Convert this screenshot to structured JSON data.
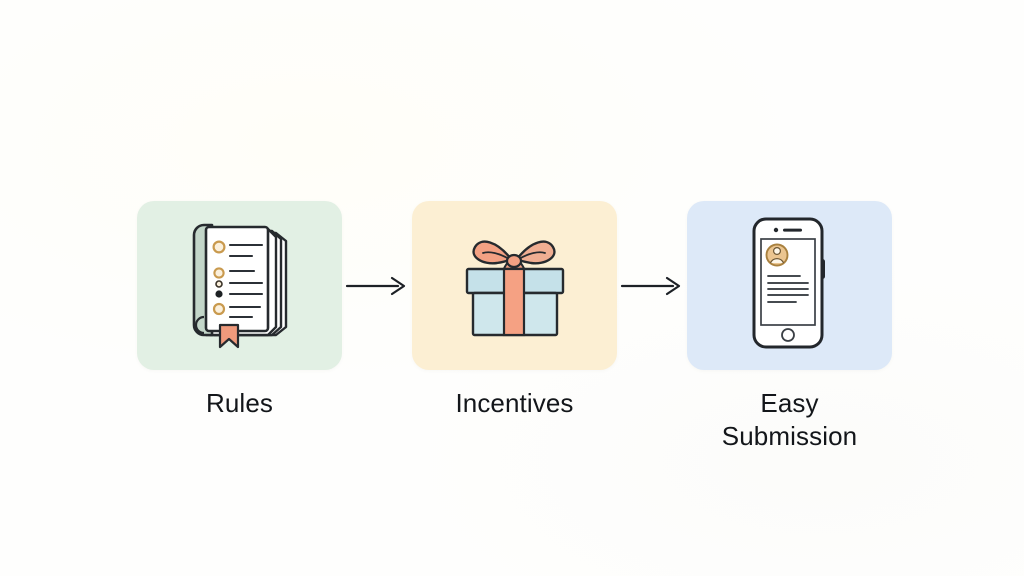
{
  "diagram": {
    "type": "horizontal-process-flow",
    "background_color": "#fefefd",
    "steps": [
      {
        "id": "rules",
        "label": "Rules",
        "icon": "notebook-rules-icon",
        "card_color": "#e2f0e4",
        "icon_colors": {
          "cover": "#c3d6c9",
          "page": "#ffffff",
          "outline": "#262a2e",
          "bullet_ring": "#c99a4e",
          "bullet_fill": "#fbf0dc",
          "bullet_solid": "#1d2124",
          "bookmark": "#ef9a7c",
          "text_line": "#2b3036"
        }
      },
      {
        "id": "incentives",
        "label": "Incentives",
        "icon": "gift-box-icon",
        "card_color": "#fcefd3",
        "icon_colors": {
          "box": "#cfe6ec",
          "box_shade": "#bfdde6",
          "lid": "#bfdfe8",
          "ribbon": "#f5a183",
          "ribbon_shade": "#efb79e",
          "outline": "#262a2e"
        }
      },
      {
        "id": "easy-submission",
        "label": "Easy Submission",
        "label_lines": [
          "Easy",
          "Submission"
        ],
        "icon": "mobile-submission-icon",
        "card_color": "#dde9f8",
        "icon_colors": {
          "body": "#ffffff",
          "outline": "#23272c",
          "screen": "#ffffff",
          "avatar": "#ebc590",
          "avatar_outline": "#b98d47",
          "avatar_person": "#fdf6e8",
          "text_line": "#2c3238",
          "home_button": "#3a3f45"
        }
      }
    ],
    "connectors": [
      {
        "id": "arrow-rules-to-incentives",
        "direction": "right",
        "color": "#1d2126"
      },
      {
        "id": "arrow-incentives-to-submission",
        "direction": "right",
        "color": "#1d2126"
      }
    ]
  }
}
